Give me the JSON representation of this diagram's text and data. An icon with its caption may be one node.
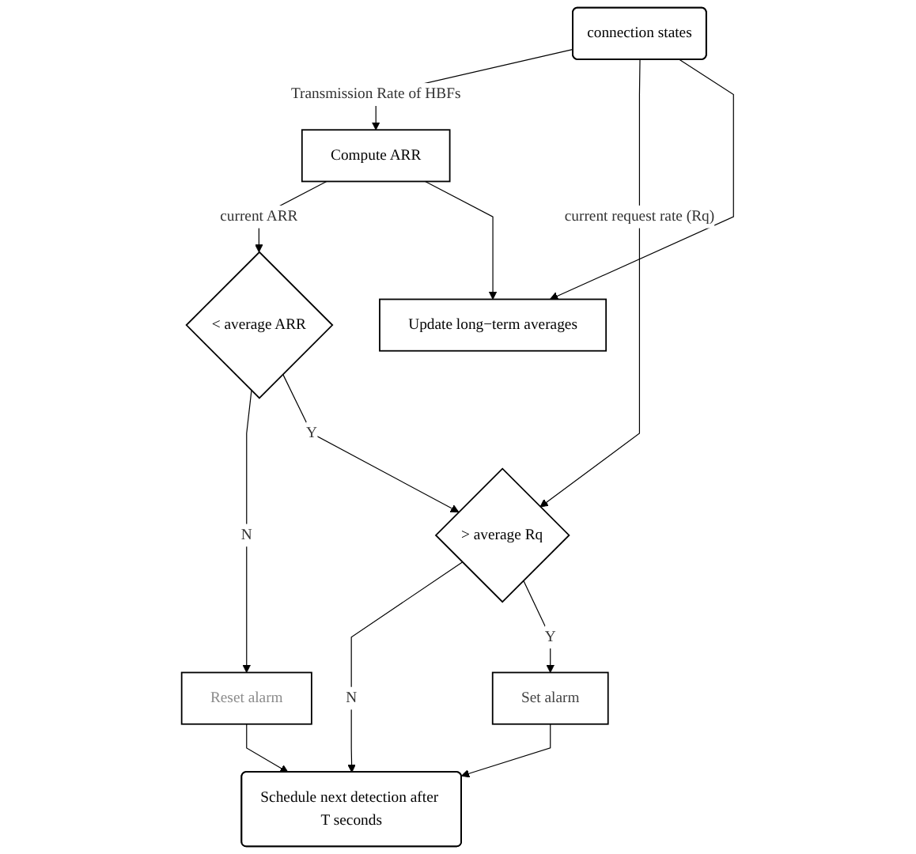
{
  "diagram": {
    "nodes": [
      {
        "text": [
          "connection states"
        ]
      },
      {
        "text": [
          "Compute ARR"
        ]
      },
      {
        "text": [
          "< average ARR"
        ]
      },
      {
        "text": [
          "Reset alarm"
        ]
      },
      {
        "text": [
          "> average Rq"
        ]
      },
      {
        "text": [
          "Set alarm"
        ]
      },
      {
        "text": [
          "Schedule next detection after T seconds"
        ]
      },
      {
        "text": [
          "Update long−term averages"
        ]
      }
    ],
    "edges": [
      {
        "from": 0,
        "to": 1,
        "arrow": "to",
        "label": "Transmission Rate of HBFs"
      },
      {
        "from": 1,
        "to": 2,
        "arrow": "to",
        "label": "current ARR"
      },
      {
        "from": 2,
        "to": 3,
        "arrow": "to",
        "label": "N"
      },
      {
        "from": 2,
        "to": 4,
        "arrow": "to",
        "label": "Y"
      },
      {
        "from": 0,
        "to": 4,
        "arrow": "to",
        "label": "current request rate (Rq)"
      },
      {
        "from": 4,
        "to": 6,
        "arrow": "to",
        "label": "N"
      },
      {
        "from": 3,
        "to": 6,
        "arrow": "to"
      },
      {
        "from": 4,
        "to": 5,
        "arrow": "to",
        "label": "Y"
      },
      {
        "from": 5,
        "to": 6,
        "arrow": "to"
      },
      {
        "from": 0,
        "to": 7,
        "arrow": "to"
      },
      {
        "from": 1,
        "to": 7,
        "arrow": "to"
      }
    ]
  }
}
